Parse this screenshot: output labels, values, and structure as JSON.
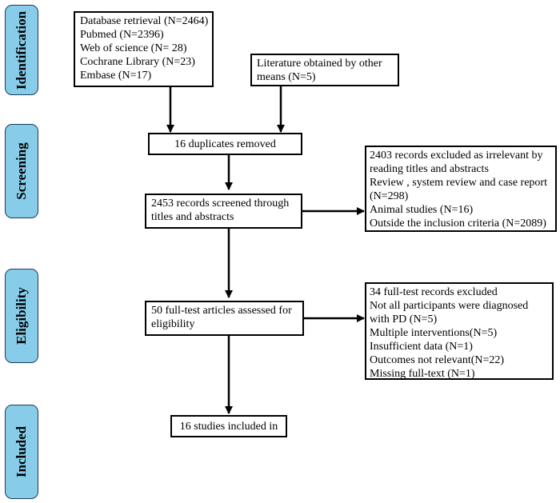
{
  "stages": [
    {
      "id": "identification",
      "label": "Identification"
    },
    {
      "id": "screening",
      "label": "Screening"
    },
    {
      "id": "eligibility",
      "label": "Eligibility"
    },
    {
      "id": "included",
      "label": "Included"
    }
  ],
  "boxes": {
    "database": [
      "Database retrieval (N=2464)",
      "Pubmed (N=2396)",
      "Web of science (N= 28)",
      "Cochrane Library (N=23)",
      "Embase (N=17)"
    ],
    "other": [
      "Literature obtained by other",
      "means (N=5)"
    ],
    "duplicates": [
      "16 duplicates removed"
    ],
    "screened": [
      "2453 records screened through",
      "titles and abstracts"
    ],
    "excluded_screen": [
      "2403  records excluded as irrelevant by",
      "reading titles and abstracts",
      "Review , system review and case report",
      "(N=298)",
      "Animal studies (N=16)",
      "Outside the inclusion criteria (N=2089)"
    ],
    "fulltext": [
      "50 full-test articles assessed for",
      "eligibility"
    ],
    "excluded_full": [
      "34 full-test records excluded",
      "Not all participants were diagnosed",
      "with PD (N=5)",
      "Multiple interventions(N=5)",
      "Insufficient data (N=1)",
      "Outcomes not relevant(N=22)",
      "Missing full-text (N=1)"
    ],
    "included": [
      "16 studies included in"
    ]
  }
}
